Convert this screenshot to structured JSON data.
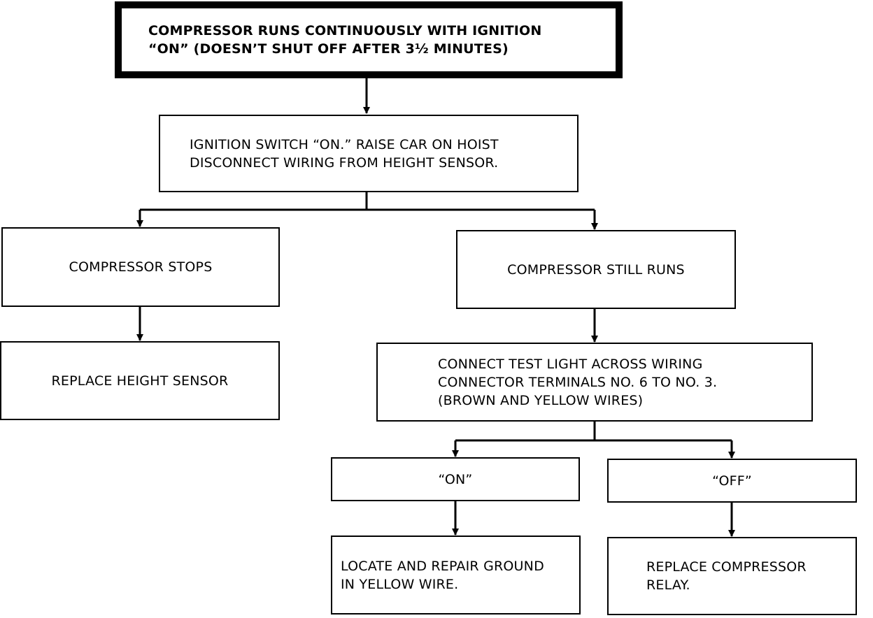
{
  "nodes": {
    "start": {
      "lines": [
        "COMPRESSOR RUNS CONTINUOUSLY WITH IGNITION",
        "“ON” (DOESN’T SHUT OFF AFTER 3½ MINUTES)"
      ]
    },
    "test1": {
      "lines": [
        "IGNITION SWITCH “ON.” RAISE CAR ON HOIST",
        "DISCONNECT WIRING FROM HEIGHT SENSOR."
      ]
    },
    "stops": {
      "lines": [
        "COMPRESSOR STOPS"
      ]
    },
    "still_runs": {
      "lines": [
        "COMPRESSOR STILL RUNS"
      ]
    },
    "replace_sensor": {
      "lines": [
        "REPLACE HEIGHT SENSOR"
      ]
    },
    "test2": {
      "lines": [
        "CONNECT TEST LIGHT ACROSS WIRING",
        "CONNECTOR TERMINALS NO. 6 TO NO. 3.",
        "(BROWN AND YELLOW WIRES)"
      ]
    },
    "on": {
      "lines": [
        "“ON”"
      ]
    },
    "off": {
      "lines": [
        "“OFF”"
      ]
    },
    "repair_ground": {
      "lines": [
        "LOCATE AND REPAIR GROUND",
        "IN YELLOW WIRE."
      ]
    },
    "replace_relay": {
      "lines": [
        "REPLACE COMPRESSOR",
        "RELAY."
      ]
    }
  }
}
